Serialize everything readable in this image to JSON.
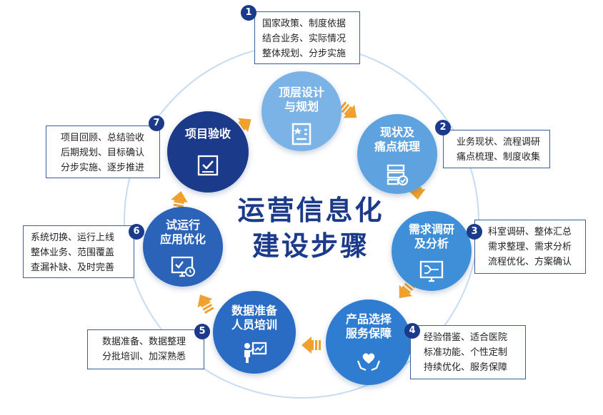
{
  "title_lines": [
    "运营信息化",
    "建设步骤"
  ],
  "colors": {
    "ring": "#c7dbf3",
    "dark_blue": "#1b3a8a",
    "mid_blue": "#2f7dd1",
    "light_blue": "#7bb3e6",
    "arrow_orange": "#f0a02d",
    "note_border": "#3a5f9e"
  },
  "steps": [
    {
      "num": "1",
      "label_lines": [
        "顶层设计",
        "与规划"
      ],
      "icon": "document-icon",
      "details": [
        "国家政策、制度依据",
        "结合业务、实际情况",
        "整体规划、分步实施"
      ]
    },
    {
      "num": "2",
      "label_lines": [
        "现状及",
        "痛点梳理"
      ],
      "icon": "checklist-icon",
      "details": [
        "业务现状、流程调研",
        "痛点梳理、制度收集"
      ]
    },
    {
      "num": "3",
      "label_lines": [
        "需求调研",
        "及分析"
      ],
      "icon": "flow-monitor-icon",
      "details": [
        "科室调研、整体汇总",
        "需求整理、需求分析",
        "流程优化、方案确认"
      ]
    },
    {
      "num": "4",
      "label_lines": [
        "产品选择",
        "服务保障"
      ],
      "icon": "heart-hands-icon",
      "details": [
        "经验借鉴、适合医院",
        "标准功能、个性定制",
        "持续优化、服务保障"
      ]
    },
    {
      "num": "5",
      "label_lines": [
        "数据准备",
        "人员培训"
      ],
      "icon": "presenter-icon",
      "details": [
        "数据准备、数据整理",
        "分批培训、加深熟悉"
      ]
    },
    {
      "num": "6",
      "label_lines": [
        "试运行",
        "应用优化"
      ],
      "icon": "monitor-check-icon",
      "details": [
        "系统切换、运行上线",
        "整体业务、范围覆盖",
        "查漏补缺、及时完善"
      ]
    },
    {
      "num": "7",
      "label_lines": [
        "项目验收"
      ],
      "icon": "checkbox-icon",
      "details": [
        "项目回顾、总结验收",
        "后期规划、目标确认",
        "分步实施、逐步推进"
      ]
    }
  ]
}
